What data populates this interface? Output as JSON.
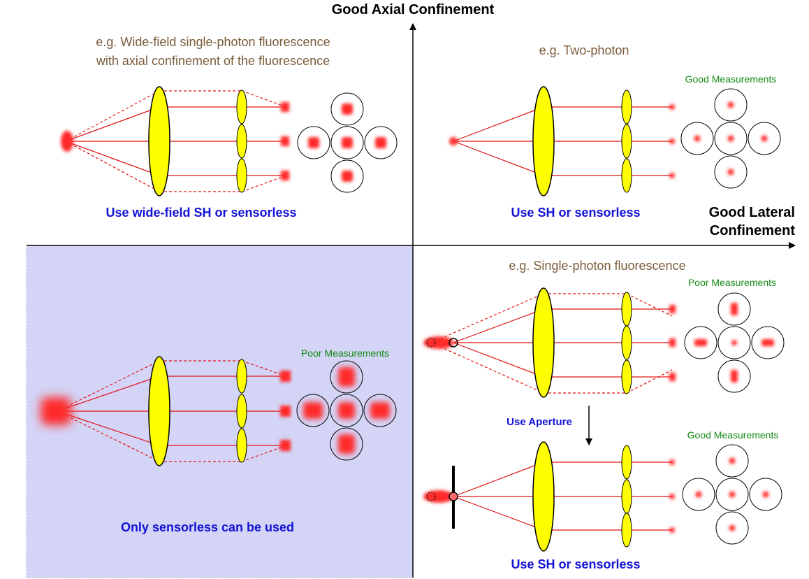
{
  "axes": {
    "vertical_title": "Good Axial Confinement",
    "horizontal_title_line1": "Good Lateral",
    "horizontal_title_line2": "Confinement"
  },
  "quadrants": {
    "top_left": {
      "example_line1": "e.g. Wide-field single-photon fluorescence",
      "example_line2": "with axial confinement of the fluorescence",
      "method": "Use wide-field SH or sensorless"
    },
    "top_right": {
      "example": "e.g. Two-photon",
      "measurement": "Good Measurements",
      "method": "Use SH or sensorless"
    },
    "bottom_left": {
      "measurement": "Poor Measurements",
      "method": "Only sensorless can be used",
      "background_color": "#d4d4f7"
    },
    "bottom_right": {
      "example": "e.g. Single-photon fluorescence",
      "upper_measurement": "Poor Measurements",
      "transition": "Use Aperture",
      "lower_measurement": "Good Measurements",
      "method": "Use SH or sensorless"
    }
  },
  "colors": {
    "ray": "#e01414",
    "lens": "#ffff00",
    "spot": "#ff2a2a",
    "method_text": "#1212d6",
    "example_text": "#7a5c3a",
    "measurement_text": "#138a13"
  }
}
